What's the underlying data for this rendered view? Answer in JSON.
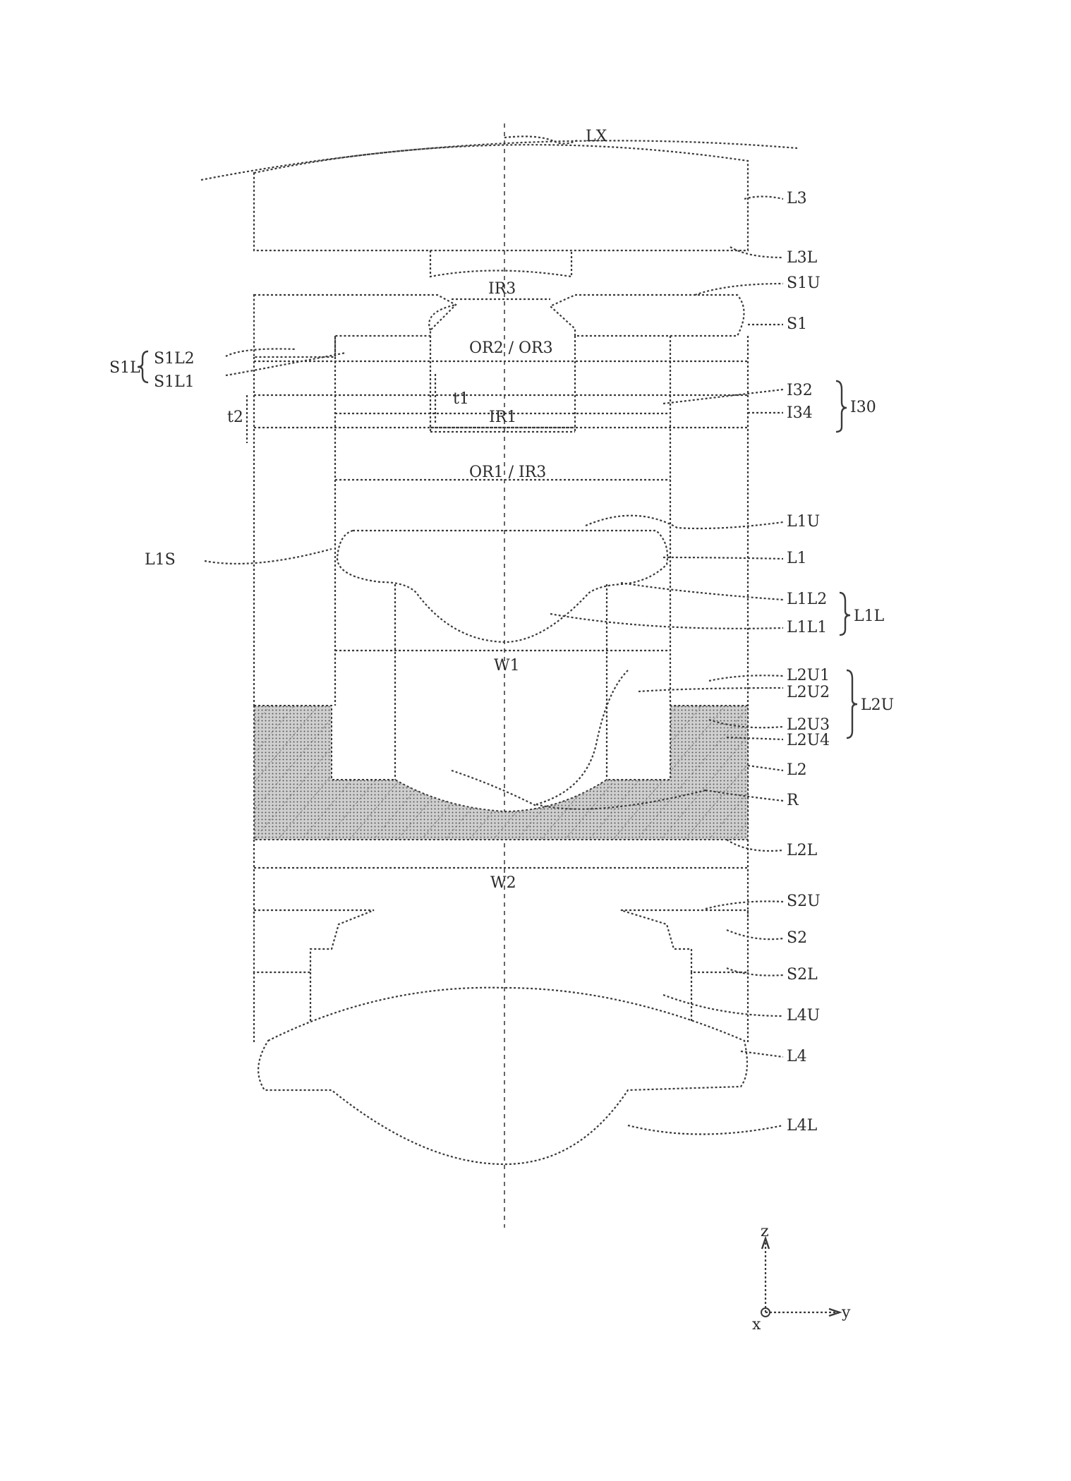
{
  "labels": {
    "LX": "LX",
    "L3": "L3",
    "L3L": "L3L",
    "S1U": "S1U",
    "S1": "S1",
    "IR3_top": "IR3",
    "S1L": "S1L",
    "S1L2": "S1L2",
    "S1L1": "S1L1",
    "OR2_OR3": "OR2 / OR3",
    "t1": "t1",
    "t2": "t2",
    "IR1": "IR1",
    "I32": "I32",
    "I34": "I34",
    "I30": "I30",
    "OR1_IR3": "OR1 / IR3",
    "L1U": "L1U",
    "L1S": "L1S",
    "L1": "L1",
    "L1L2": "L1L2",
    "L1L": "L1L",
    "L1L1": "L1L1",
    "W1": "W1",
    "L2U1": "L2U1",
    "L2U2": "L2U2",
    "L2U": "L2U",
    "L2U3": "L2U3",
    "L2U4": "L2U4",
    "L2": "L2",
    "R": "R",
    "L2L": "L2L",
    "W2": "W2",
    "S2U": "S2U",
    "S2": "S2",
    "S2L": "S2L",
    "L4U": "L4U",
    "L4": "L4",
    "L4L": "L4L",
    "axis_z": "z",
    "axis_y": "y",
    "axis_x": "x"
  }
}
